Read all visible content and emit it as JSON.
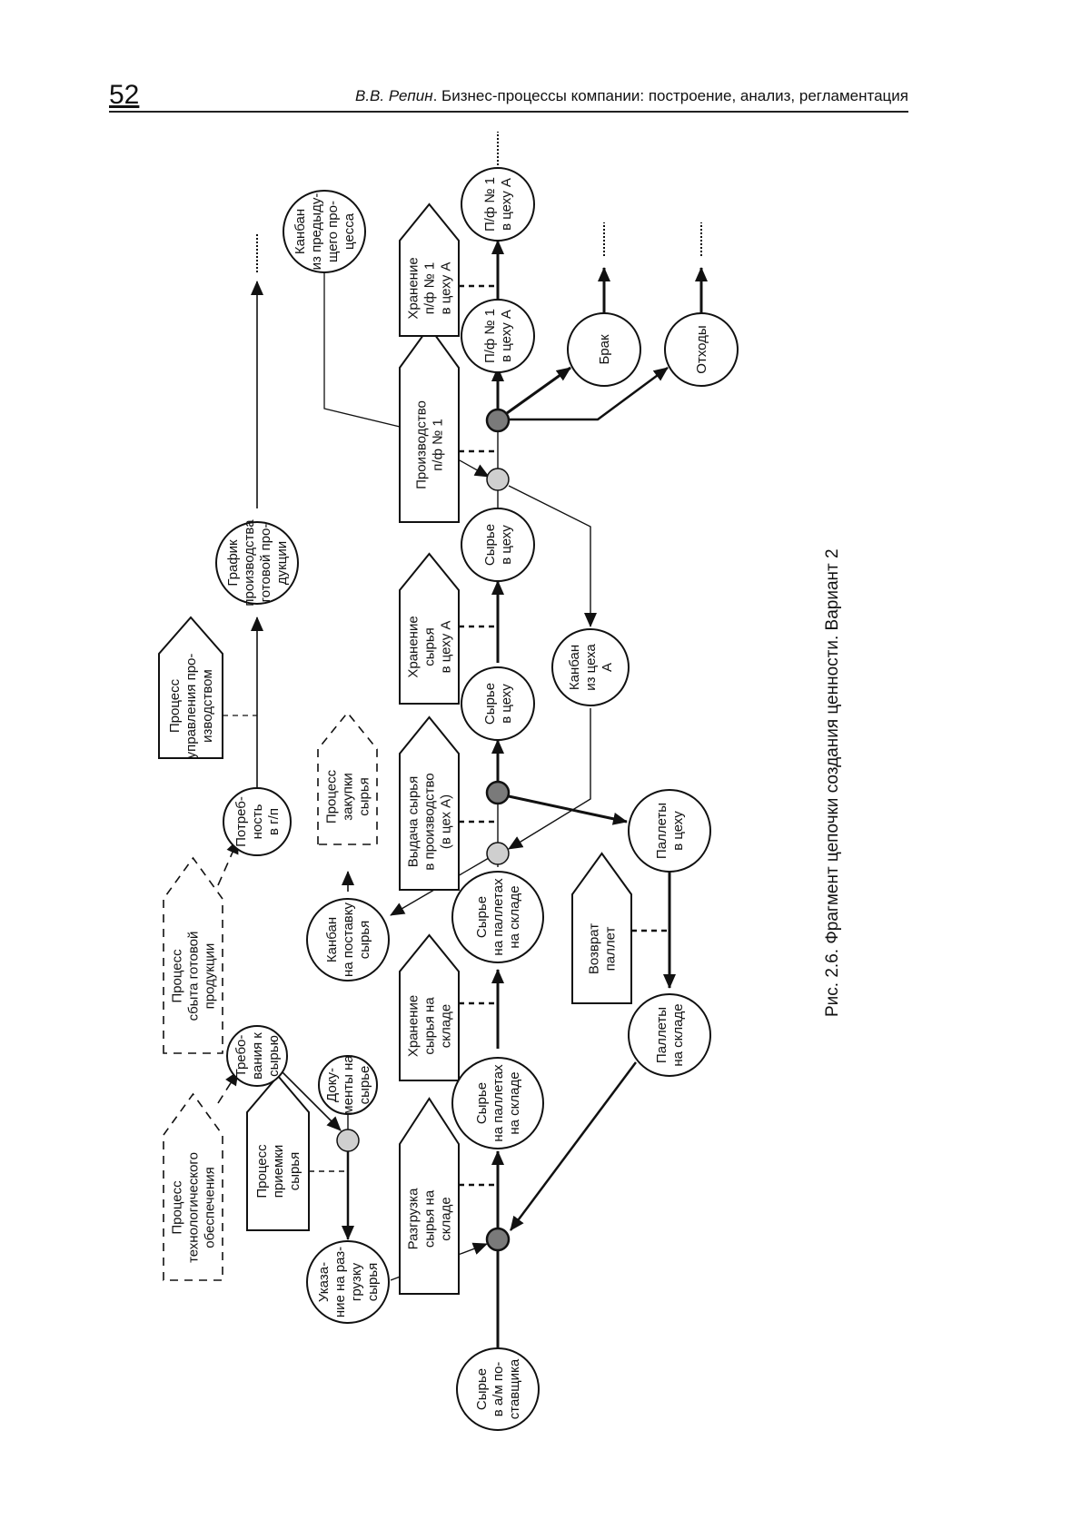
{
  "header": {
    "page_number": "52",
    "author": "В.В. Репин",
    "book_title": ". Бизнес-процессы компании: построение, анализ, регламентация"
  },
  "caption": "Рис. 2.6. Фрагмент цепочки создания ценности. Вариант 2",
  "nodes": {
    "sales": [
      "Процесс",
      "сбыта готовой",
      "продукции"
    ],
    "tech": [
      "Процесс",
      "технологического",
      "обеспечения"
    ],
    "demand": [
      "Потреб-",
      "ность",
      "в г/п"
    ],
    "prod_mgmt": [
      "Процесс",
      "управления про-",
      "изводством"
    ],
    "schedule": [
      "График",
      "производства",
      "готовой про-",
      "дукции"
    ],
    "kanban_prev": [
      "Канбан",
      "из предыду-",
      "щего про-",
      "цесса"
    ],
    "requirements": [
      "Требо-",
      "вания к",
      "сырью"
    ],
    "docs": [
      "Доку-",
      "менты на",
      "сырье"
    ],
    "acceptance": [
      "Процесс",
      "приемки",
      "сырья"
    ],
    "unload_order": [
      "Указа-",
      "ние на раз-",
      "грузку",
      "сырья"
    ],
    "kanban_supply": [
      "Канбан",
      "на поставку",
      "сырья"
    ],
    "purchase": [
      "Процесс",
      "закупки",
      "сырья"
    ],
    "unload": [
      "Разгрузка",
      "сырья на",
      "складе"
    ],
    "raw_truck": [
      "Сырье",
      "в а/м по-",
      "ставщика"
    ],
    "raw_pallets_1": [
      "Сырье",
      "на паллетах",
      "на складе"
    ],
    "storage_wh": [
      "Хранение",
      "сырья на",
      "складе"
    ],
    "raw_pallets_2": [
      "Сырье",
      "на паллетах",
      "на складе"
    ],
    "issue": [
      "Выдача сырья",
      "в производство",
      "(в цех А)"
    ],
    "raw_shop_1": [
      "Сырье",
      "в цеху"
    ],
    "storage_shop": [
      "Хранение",
      "сырья",
      "в цеху А"
    ],
    "raw_shop_2": [
      "Сырье",
      "в цеху"
    ],
    "production": [
      "Производство",
      "п/ф № 1"
    ],
    "sf_1": [
      "П/ф № 1",
      "в цеху А"
    ],
    "storage_sf": [
      "Хранение",
      "п/ф № 1",
      "в цеху А"
    ],
    "sf_2": [
      "П/ф № 1",
      "в цеху А"
    ],
    "defect": [
      "Брак"
    ],
    "waste": [
      "Отходы"
    ],
    "kanban_shop": [
      "Канбан",
      "из цеха",
      "А"
    ],
    "pallets_shop": [
      "Паллеты",
      "в цеху"
    ],
    "pallet_return": [
      "Возврат",
      "паллет"
    ],
    "pallets_wh": [
      "Паллеты",
      "на складе"
    ]
  },
  "colors": {
    "ink": "#111111",
    "light_junction": "#cfcfcf",
    "dark_junction": "#7a7a7a"
  }
}
